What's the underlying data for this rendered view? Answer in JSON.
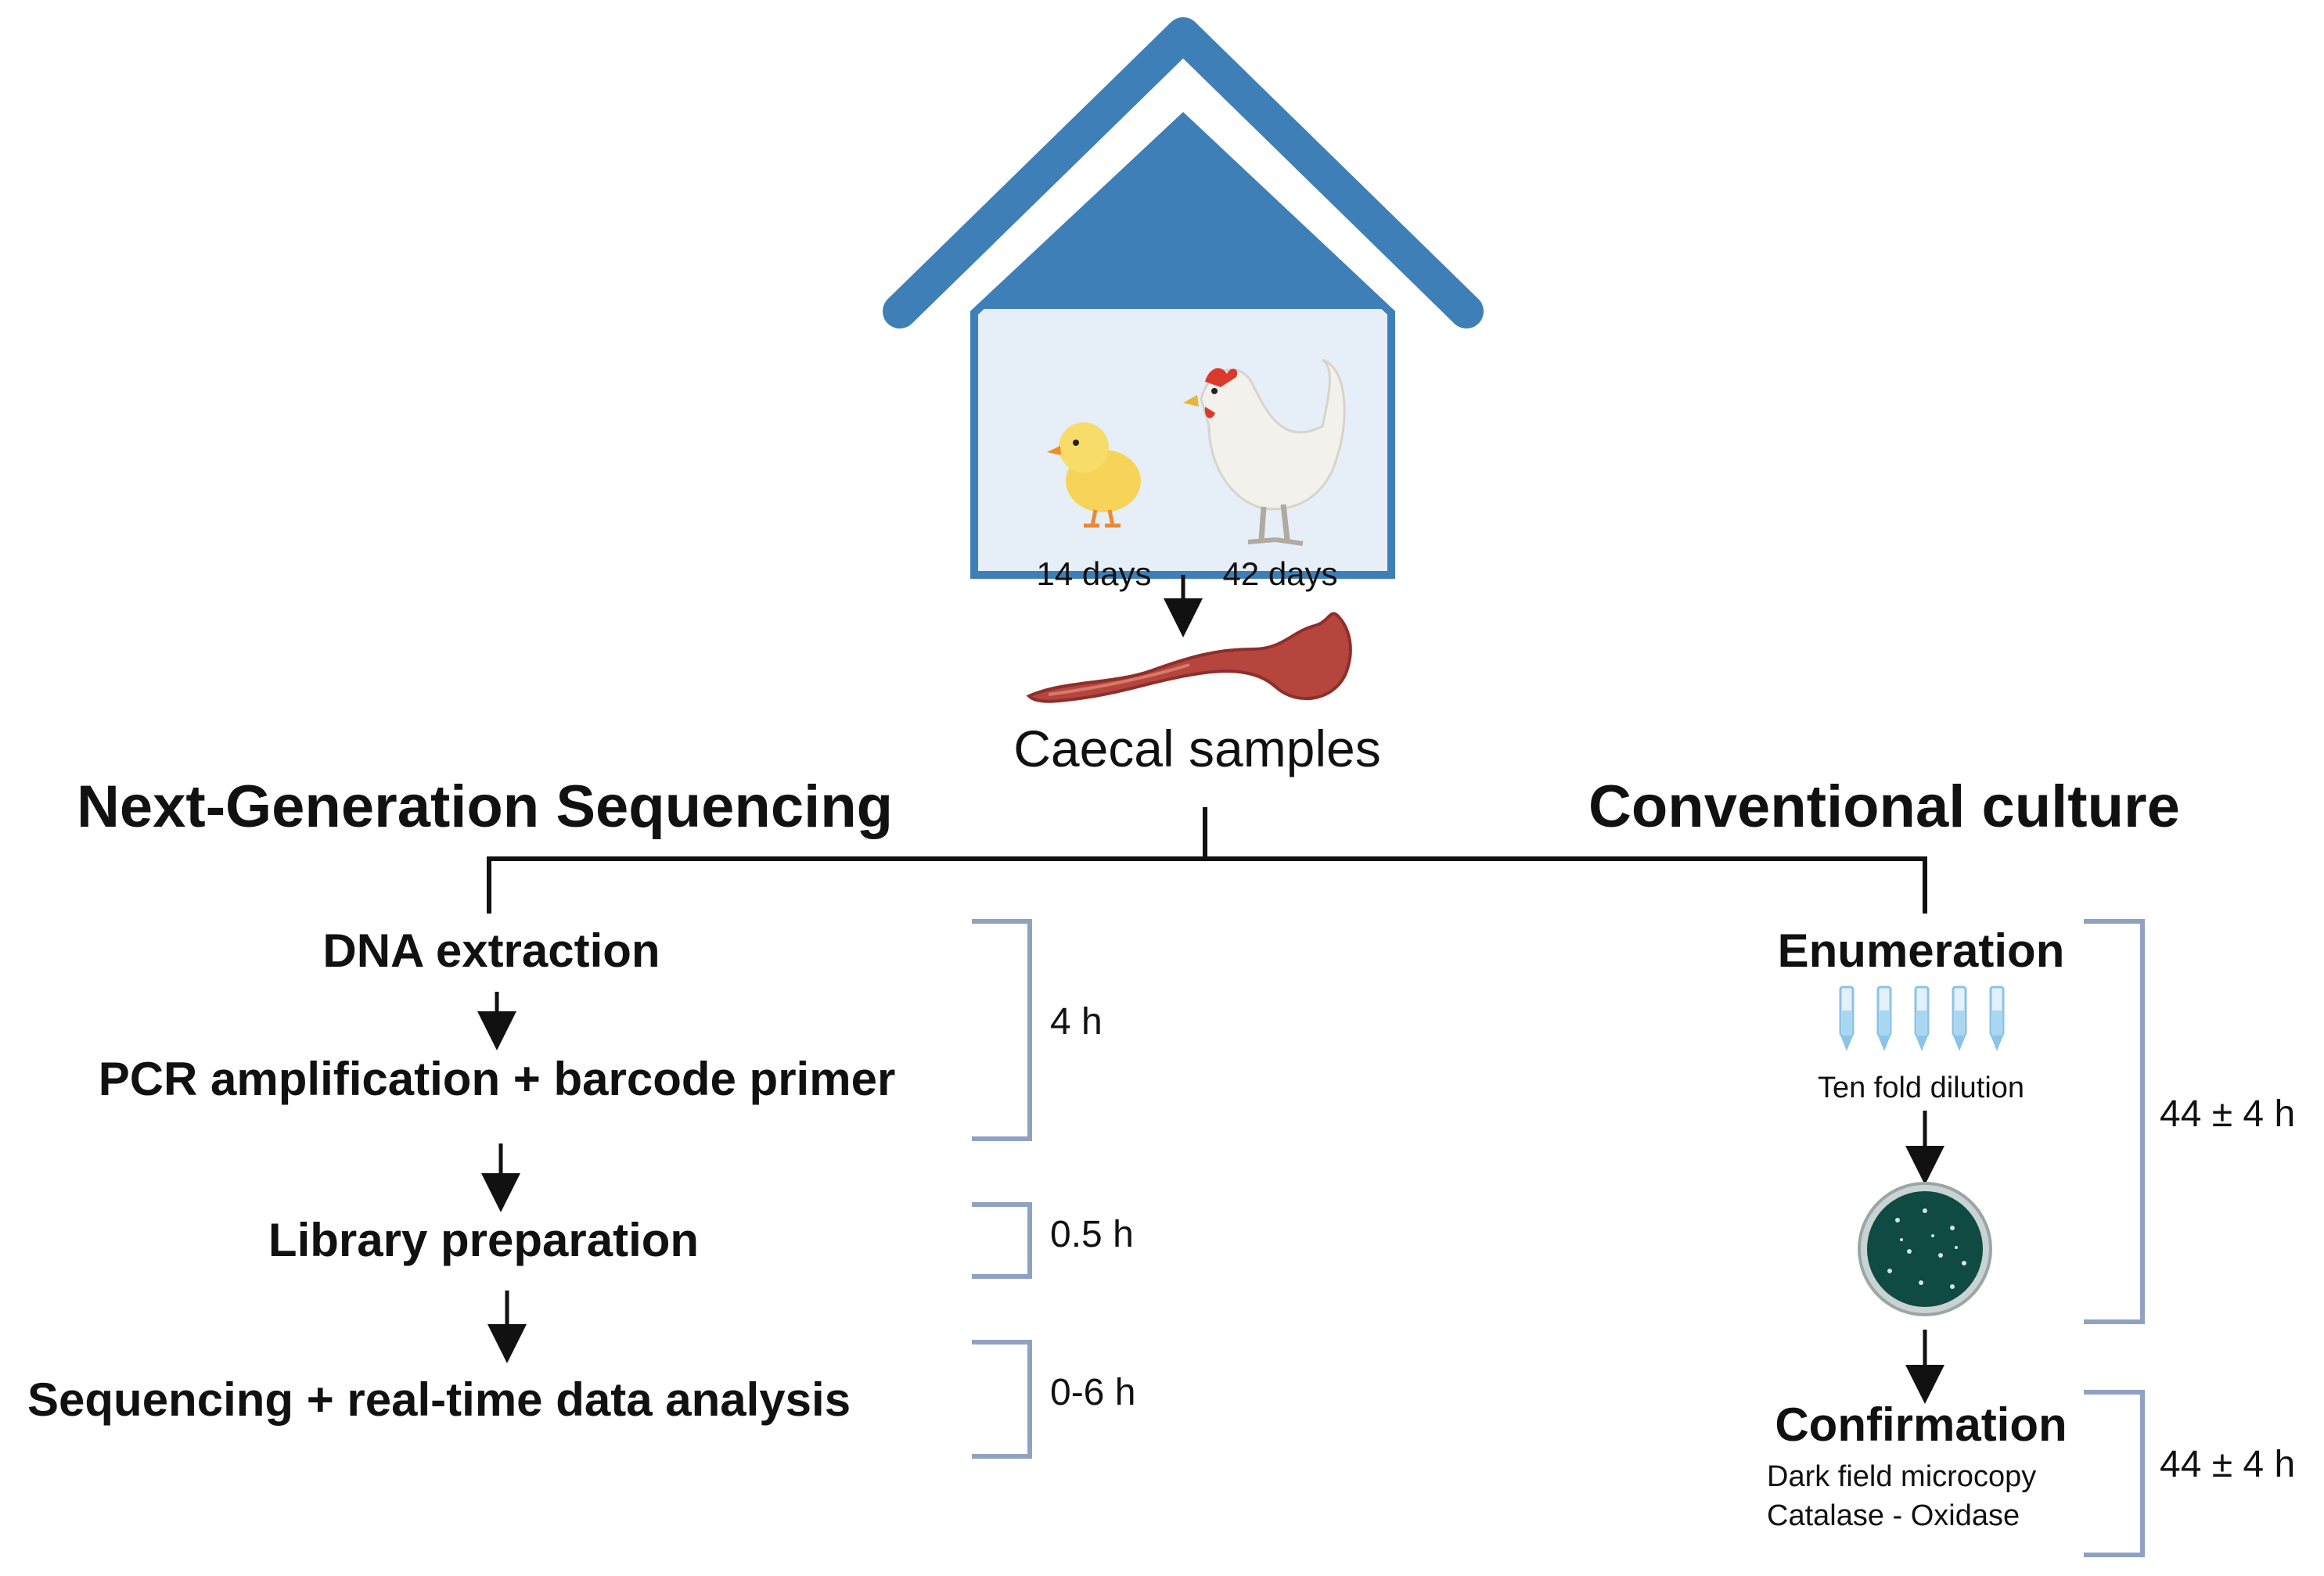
{
  "house": {
    "age_chick": "14 days",
    "age_hen": "42 days",
    "sample_label": "Caecal samples"
  },
  "ngs": {
    "title": "Next-Generation Sequencing",
    "steps": [
      "DNA extraction",
      "PCR amplification + barcode primer",
      "Library preparation",
      "Sequencing + real-time data  analysis"
    ],
    "durations": [
      "4 h",
      "0.5 h",
      "0-6 h"
    ]
  },
  "culture": {
    "title": "Conventional culture",
    "enumeration": "Enumeration",
    "dilution": "Ten fold dilution",
    "confirmation": "Confirmation",
    "confirm_methods": [
      "Dark field microcopy",
      "Catalase - Oxidase"
    ],
    "durations": [
      "44 ± 4 h",
      "44 ± 4 h"
    ]
  },
  "colors": {
    "roof": "#3d7fb6",
    "wall_fill": "#e6eef8",
    "bracket": "#8fa2c4",
    "intestine": "#b6453e",
    "plate": "#0f4a43"
  }
}
